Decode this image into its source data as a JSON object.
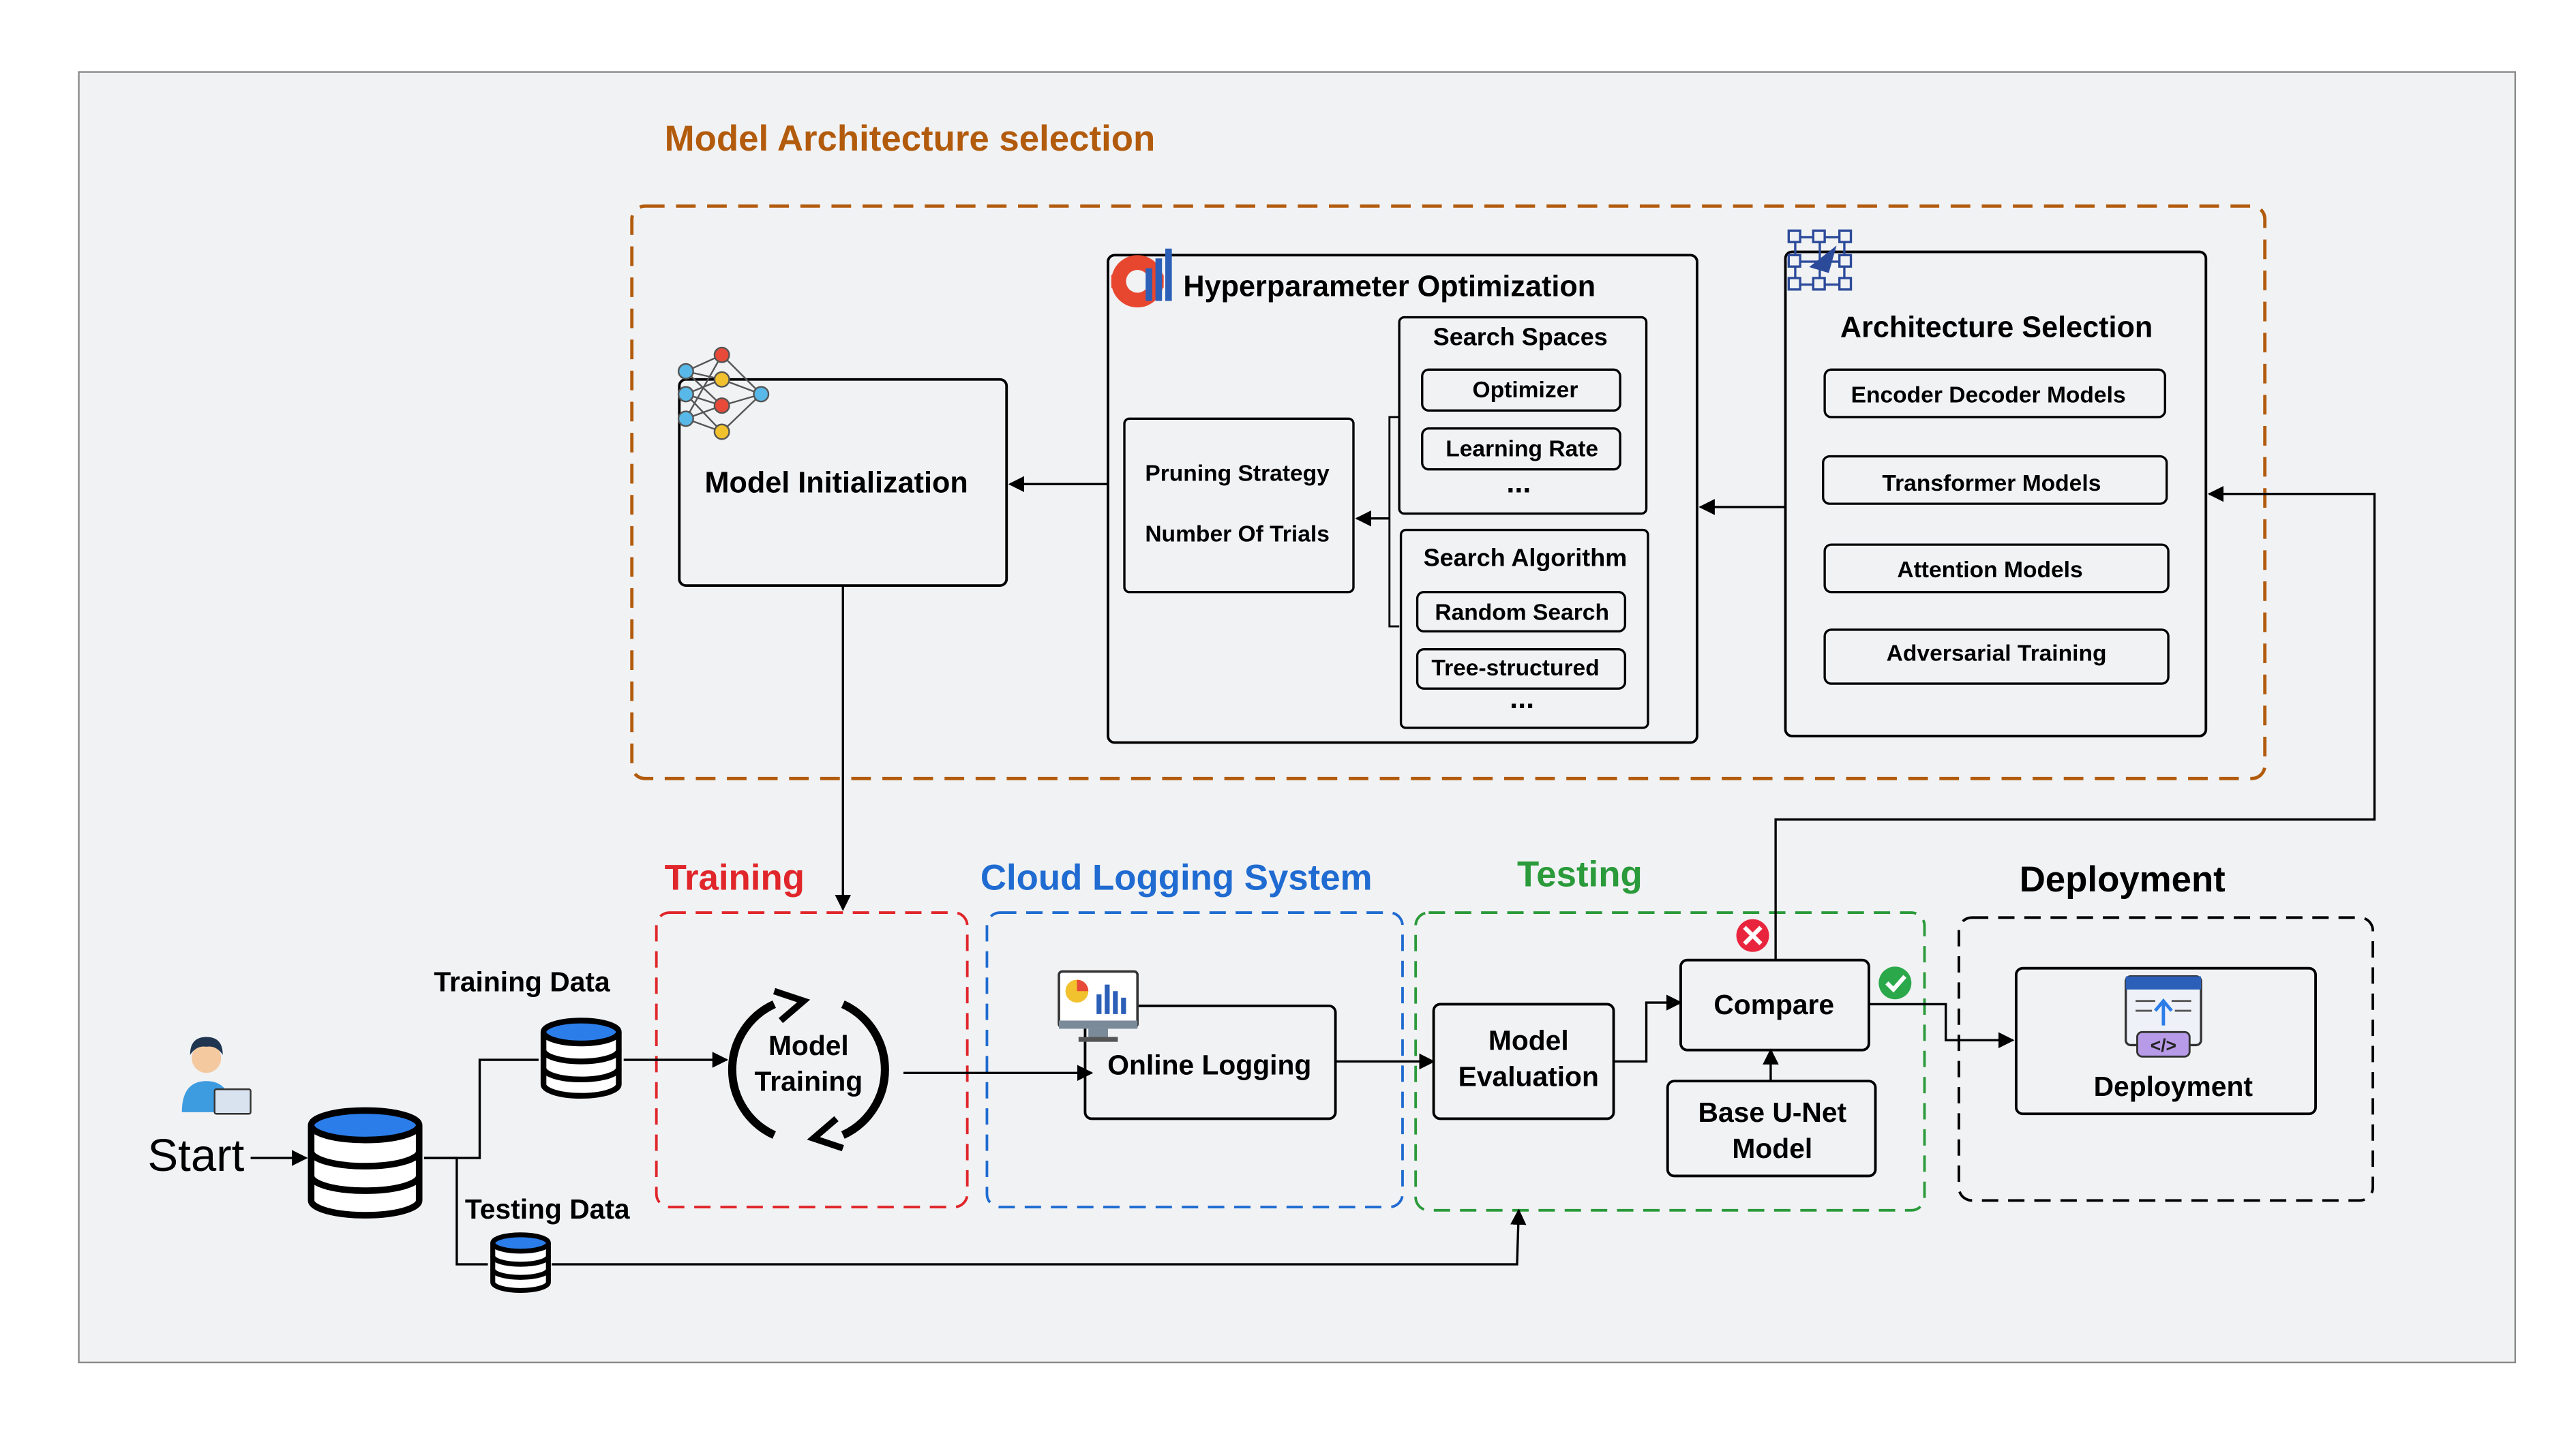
{
  "colors": {
    "orange": "#b25b0c",
    "red": "#e0262a",
    "blue": "#1f6bd1",
    "green": "#2a9a3a",
    "black": "#000000",
    "panel": "#f1f2f4",
    "db_blue": "#2b7de9"
  },
  "arch_section": {
    "title": "Model Architecture selection"
  },
  "model_init": {
    "label": "Model Initialization",
    "icon": "neural-network-icon"
  },
  "hpo": {
    "title": "Hyperparameter Optimization",
    "icon": "gear-chart-icon",
    "pruning_strategy": "Pruning Strategy",
    "number_of_trials": "Number Of Trials",
    "search_spaces": {
      "title": "Search Spaces",
      "items": [
        "Optimizer",
        "Learning Rate"
      ],
      "more": "..."
    },
    "search_algorithm": {
      "title": "Search Algorithm",
      "items": [
        "Random Search",
        "Tree-structured"
      ],
      "more": "..."
    }
  },
  "arch_selection": {
    "title": "Architecture Selection",
    "icon": "architecture-grid-icon",
    "items": [
      "Encoder Decoder Models",
      "Transformer Models",
      "Attention Models",
      "Adversarial Training"
    ]
  },
  "stages": {
    "training": "Training",
    "cloud_logging": "Cloud Logging System",
    "testing": "Testing",
    "deployment": "Deployment"
  },
  "start": {
    "label": "Start",
    "icon": "user-laptop-icon"
  },
  "data": {
    "training_data": "Training Data",
    "testing_data": "Testing Data"
  },
  "model_training": {
    "line1": "Model",
    "line2": "Training",
    "icon": "cycle-arrows-icon"
  },
  "online_logging": {
    "label": "Online Logging",
    "icon": "monitor-chart-icon"
  },
  "model_evaluation": {
    "line1": "Model",
    "line2": "Evaluation"
  },
  "compare": {
    "label": "Compare",
    "fail_icon": "red-x-icon",
    "pass_icon": "green-check-icon"
  },
  "base_model": {
    "line1": "Base U-Net",
    "line2": "Model"
  },
  "deployment_box": {
    "label": "Deployment",
    "icon": "code-window-icon"
  }
}
